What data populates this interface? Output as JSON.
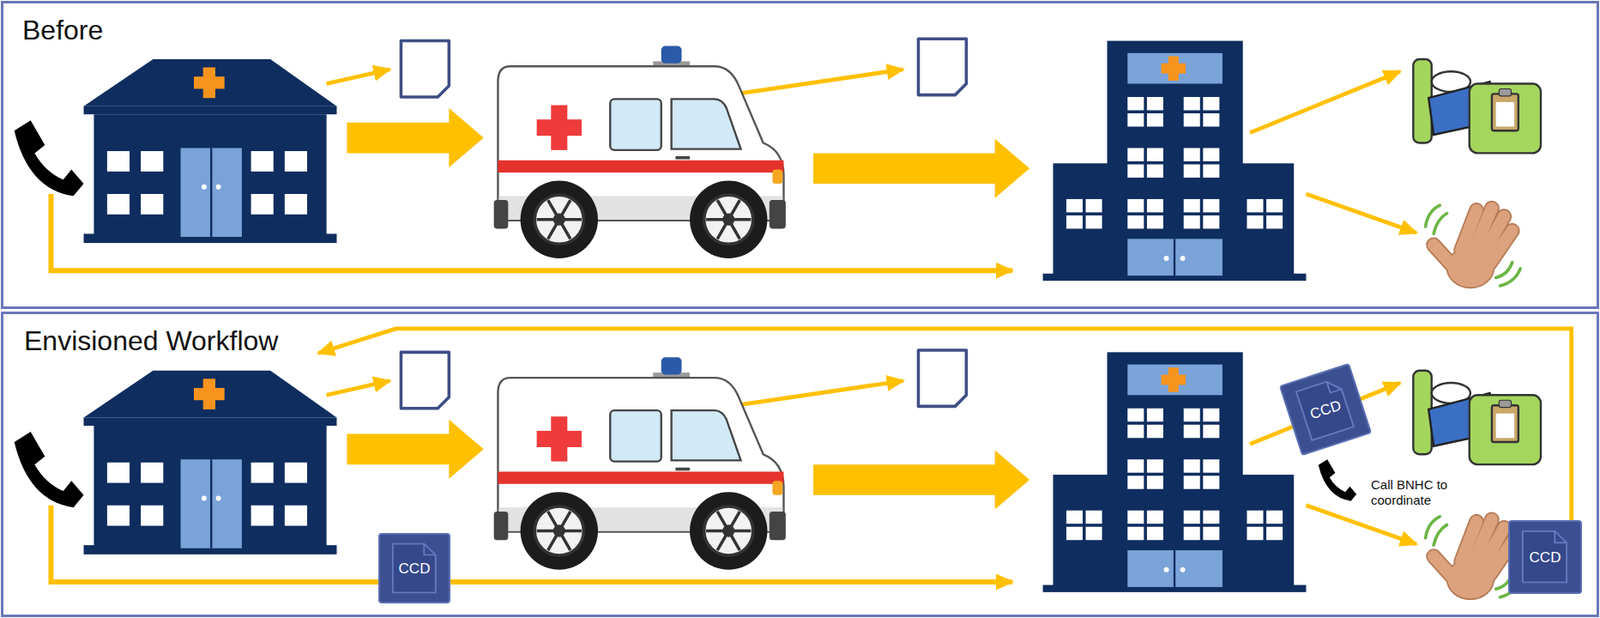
{
  "diagram": {
    "nodes": [
      {
        "text": [
          "Before"
        ]
      },
      {
        "text": [
          "Envisioned Workflow"
        ]
      },
      {
        "text": [
          "CCD"
        ],
        "in": 1
      },
      {
        "text": [
          "CCD"
        ],
        "in": 1
      },
      {
        "text": [
          "CCD"
        ],
        "in": 1
      }
    ],
    "labels": [
      "Call BNHC to coordinate"
    ]
  }
}
